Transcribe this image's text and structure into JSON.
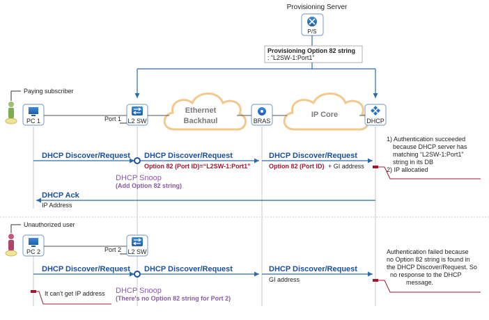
{
  "server": {
    "title": "Provisioning Server",
    "icon_label": "P/S",
    "option_title": "Provisioning Option 82 string",
    "option_value": ": “L2SW-1:Port1”"
  },
  "clouds": {
    "ethernet_line1": "Ethernet",
    "ethernet_line2": "Backhaul",
    "ipcore": "IP Core"
  },
  "nodes": {
    "pc1": "PC 1",
    "l2sw1": "L2 SW",
    "bras": "BRAS",
    "dhcp": "DHCP",
    "pc2": "PC 2",
    "l2sw2": "L2 SW"
  },
  "users": {
    "paying": "Paying subscriber",
    "unauthorized": "Unauthorized user"
  },
  "ports": {
    "port1": "Port 1",
    "port2": "Port 2"
  },
  "flow1": {
    "seg1": "DHCP Discover/Request",
    "seg2": "DHCP Discover/Request",
    "seg2_opt": "Option 82 (Port ID)=“L2SW-1:Port1”",
    "seg3": "DHCP Discover/Request",
    "seg3_opt": "Option 82 (Port ID)",
    "seg3_gi": "+ GI address",
    "snoop": "DHCP Snoop",
    "snoop_sub": "(Add Option 82 string)",
    "ack": "DHCP Ack",
    "ip": "IP Address",
    "note": [
      "1) Authentication succeeded",
      "because DHCP server has",
      "matching “L2SW-1:Port1”",
      "string in its DB",
      "2) IP allocatied"
    ]
  },
  "flow2": {
    "seg1": "DHCP Discover/Request",
    "seg2": "DHCP Discover/Request",
    "seg3": "DHCP Discover/Request",
    "gi": "GI address",
    "snoop": "DHCP Snoop",
    "snoop_sub": "(There's no Option 82 string for Port 2)",
    "noip": "It can't get IP address",
    "note": [
      "Authentication failed because",
      "no Option 82 string is found in",
      "the DHCP Discover/Request. So",
      "no response to the DHCP",
      "message."
    ]
  },
  "colors": {
    "blue_text": "#1a4f9c",
    "red_text": "#a3162e",
    "purple_text": "#8a5aa8",
    "arrow": "#2d6aa8",
    "cloud_stroke": "#f3c98b",
    "icon_fill": "#1f6fc0"
  }
}
